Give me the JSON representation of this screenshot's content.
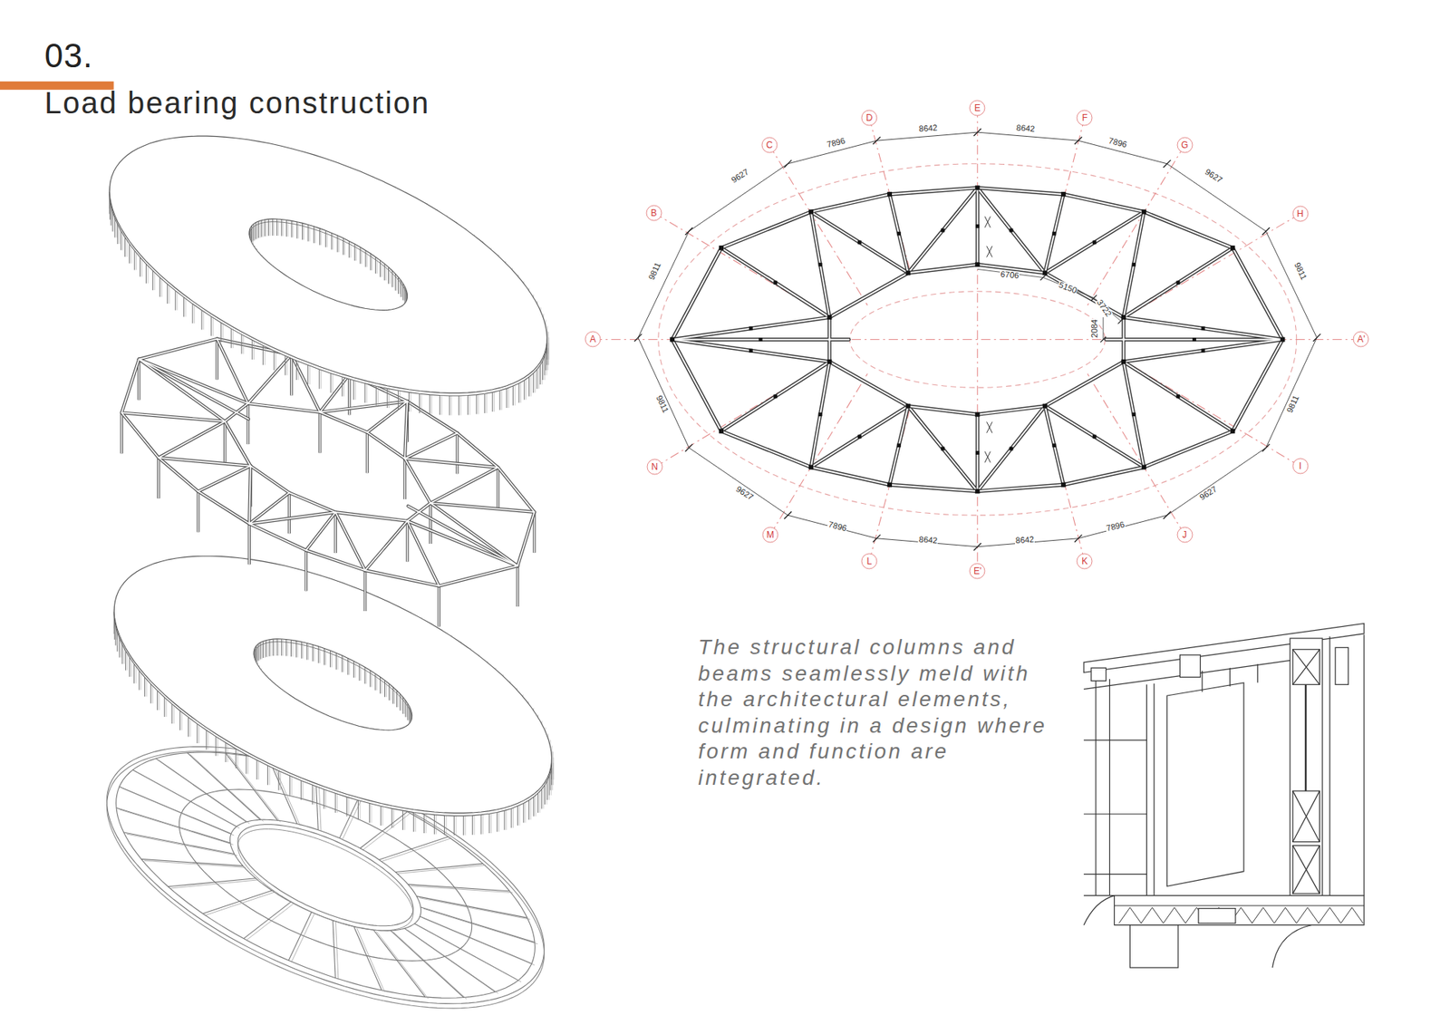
{
  "diagram": {
    "title": "Load bearing construction",
    "caption": "The structural columns and beams seamlessly meld with the architectural elements, culminating in a design where form and function are integrated.",
    "labels": [
      "03.",
      "A",
      "B",
      "C",
      "D",
      "E",
      "F",
      "G",
      "H",
      "A'",
      "I",
      "J",
      "K",
      "E'",
      "L",
      "M",
      "N",
      "9627",
      "7896",
      "8642",
      "8642",
      "7896",
      "9627",
      "9811",
      "9811",
      "9627",
      "7896",
      "8642",
      "8642",
      "7896",
      "9627",
      "9811",
      "9811",
      "6706",
      "5150",
      "3722",
      "2084"
    ]
  }
}
